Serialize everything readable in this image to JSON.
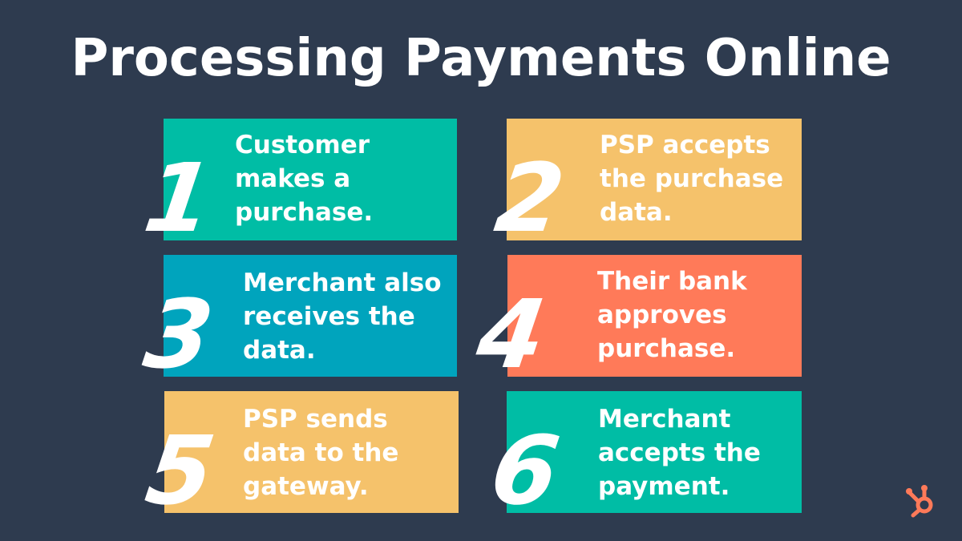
{
  "title": "Processing Payments Online",
  "colors": {
    "background": "#2e3b4f",
    "teal": "#00bda5",
    "yellow": "#f5c26b",
    "blue": "#00a4bd",
    "coral": "#ff7a59"
  },
  "steps": [
    {
      "number": "1",
      "text": "Customer\nmakes a\npurchase.",
      "color": "#00bda5"
    },
    {
      "number": "2",
      "text": "PSP accepts\nthe purchase\ndata.",
      "color": "#f5c26b"
    },
    {
      "number": "3",
      "text": "Merchant also\nreceives the\ndata.",
      "color": "#00a4bd"
    },
    {
      "number": "4",
      "text": "Their bank\napproves\npurchase.",
      "color": "#ff7a59"
    },
    {
      "number": "5",
      "text": "PSP sends\ndata to the\ngateway.",
      "color": "#f5c26b"
    },
    {
      "number": "6",
      "text": "Merchant\naccepts the\npayment.",
      "color": "#00bda5"
    }
  ],
  "logo_icon": "hubspot-sprocket-icon"
}
